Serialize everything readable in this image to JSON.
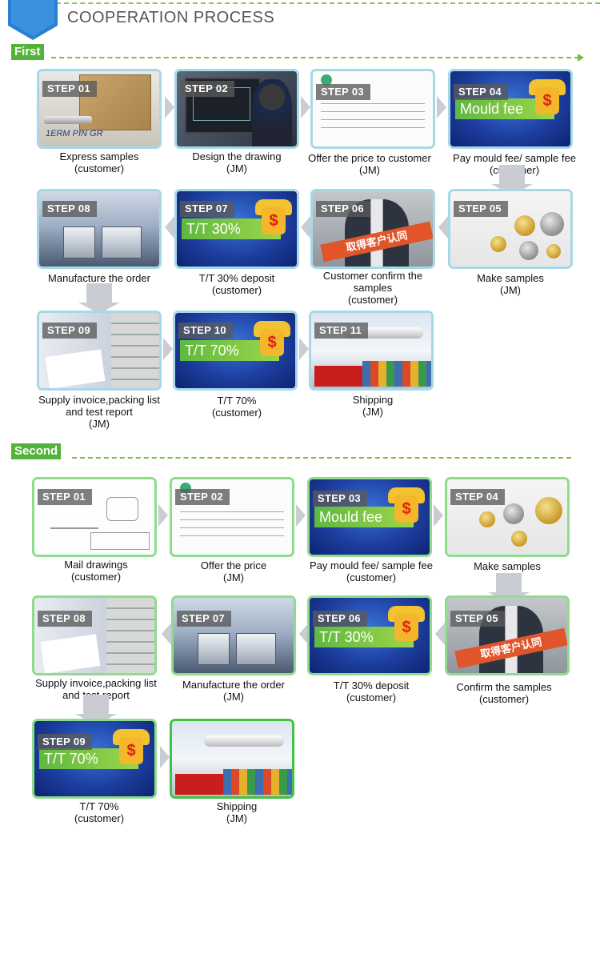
{
  "header": {
    "title": "COOPERATION PROCESS"
  },
  "sections": {
    "first": {
      "label": "First",
      "steps": [
        {
          "tag": "STEP 01",
          "line1": "Express samples",
          "line2": "(customer)",
          "line3": "",
          "ink": "1ERM PIN GR"
        },
        {
          "tag": "STEP 02",
          "line1": "Design the drawing",
          "line2": "(JM)",
          "line3": ""
        },
        {
          "tag": "STEP 03",
          "line1": "Offer the price to customer",
          "line2": "(JM)",
          "line3": ""
        },
        {
          "tag": "STEP 04",
          "line1": "Pay mould fee/ sample fee",
          "line2": "(customer)",
          "line3": "",
          "banner": "Mould fee"
        },
        {
          "tag": "STEP 05",
          "line1": "Make samples",
          "line2": "(JM)",
          "line3": ""
        },
        {
          "tag": "STEP 06",
          "line1": "Customer confirm the",
          "line2": "samples",
          "line3": "(customer)",
          "ribbon": "取得客户认同"
        },
        {
          "tag": "STEP 07",
          "line1": "T/T 30% deposit",
          "line2": "(customer)",
          "line3": "",
          "banner": "T/T 30%"
        },
        {
          "tag": "STEP 08",
          "line1": "Manufacture the order",
          "line2": "(JM)",
          "line3": ""
        },
        {
          "tag": "STEP 09",
          "line1": "Supply invoice,packing list",
          "line2": "and test report",
          "line3": "(JM)"
        },
        {
          "tag": "STEP 10",
          "line1": "T/T 70%",
          "line2": "(customer)",
          "line3": "",
          "banner": "T/T 70%"
        },
        {
          "tag": "STEP 11",
          "line1": "Shipping",
          "line2": "(JM)",
          "line3": ""
        }
      ]
    },
    "second": {
      "label": "Second",
      "steps": [
        {
          "tag": "STEP 01",
          "line1": "Mail drawings",
          "line2": "(customer)",
          "line3": ""
        },
        {
          "tag": "STEP 02",
          "line1": "Offer the price",
          "line2": "(JM)",
          "line3": ""
        },
        {
          "tag": "STEP 03",
          "line1": "Pay mould fee/ sample fee",
          "line2": "(customer)",
          "line3": "",
          "banner": "Mould fee"
        },
        {
          "tag": "STEP 04",
          "line1": "Make samples",
          "line2": "(JM)",
          "line3": ""
        },
        {
          "tag": "STEP 05",
          "line1": "Confirm the samples",
          "line2": "(customer)",
          "line3": "",
          "ribbon": "取得客户认同"
        },
        {
          "tag": "STEP 06",
          "line1": "T/T 30% deposit",
          "line2": "(customer)",
          "line3": "",
          "banner": "T/T 30%"
        },
        {
          "tag": "STEP 07",
          "line1": "Manufacture the order",
          "line2": "(JM)",
          "line3": ""
        },
        {
          "tag": "STEP 08",
          "line1": "Supply invoice,packing list",
          "line2": "and test report",
          "line3": "(JM)"
        },
        {
          "tag": "STEP 09",
          "line1": "T/T 70%",
          "line2": "(customer)",
          "line3": "",
          "banner": "T/T 70%"
        },
        {
          "tag": "",
          "line1": "Shipping",
          "line2": "(JM)",
          "line3": ""
        }
      ]
    }
  },
  "icons": {
    "header_badge": "chevron-down-icon",
    "dollar": "$",
    "accent": "#52b33b",
    "card_border_first": "#a7d8e8",
    "card_border_second": "#8fdc8b"
  }
}
